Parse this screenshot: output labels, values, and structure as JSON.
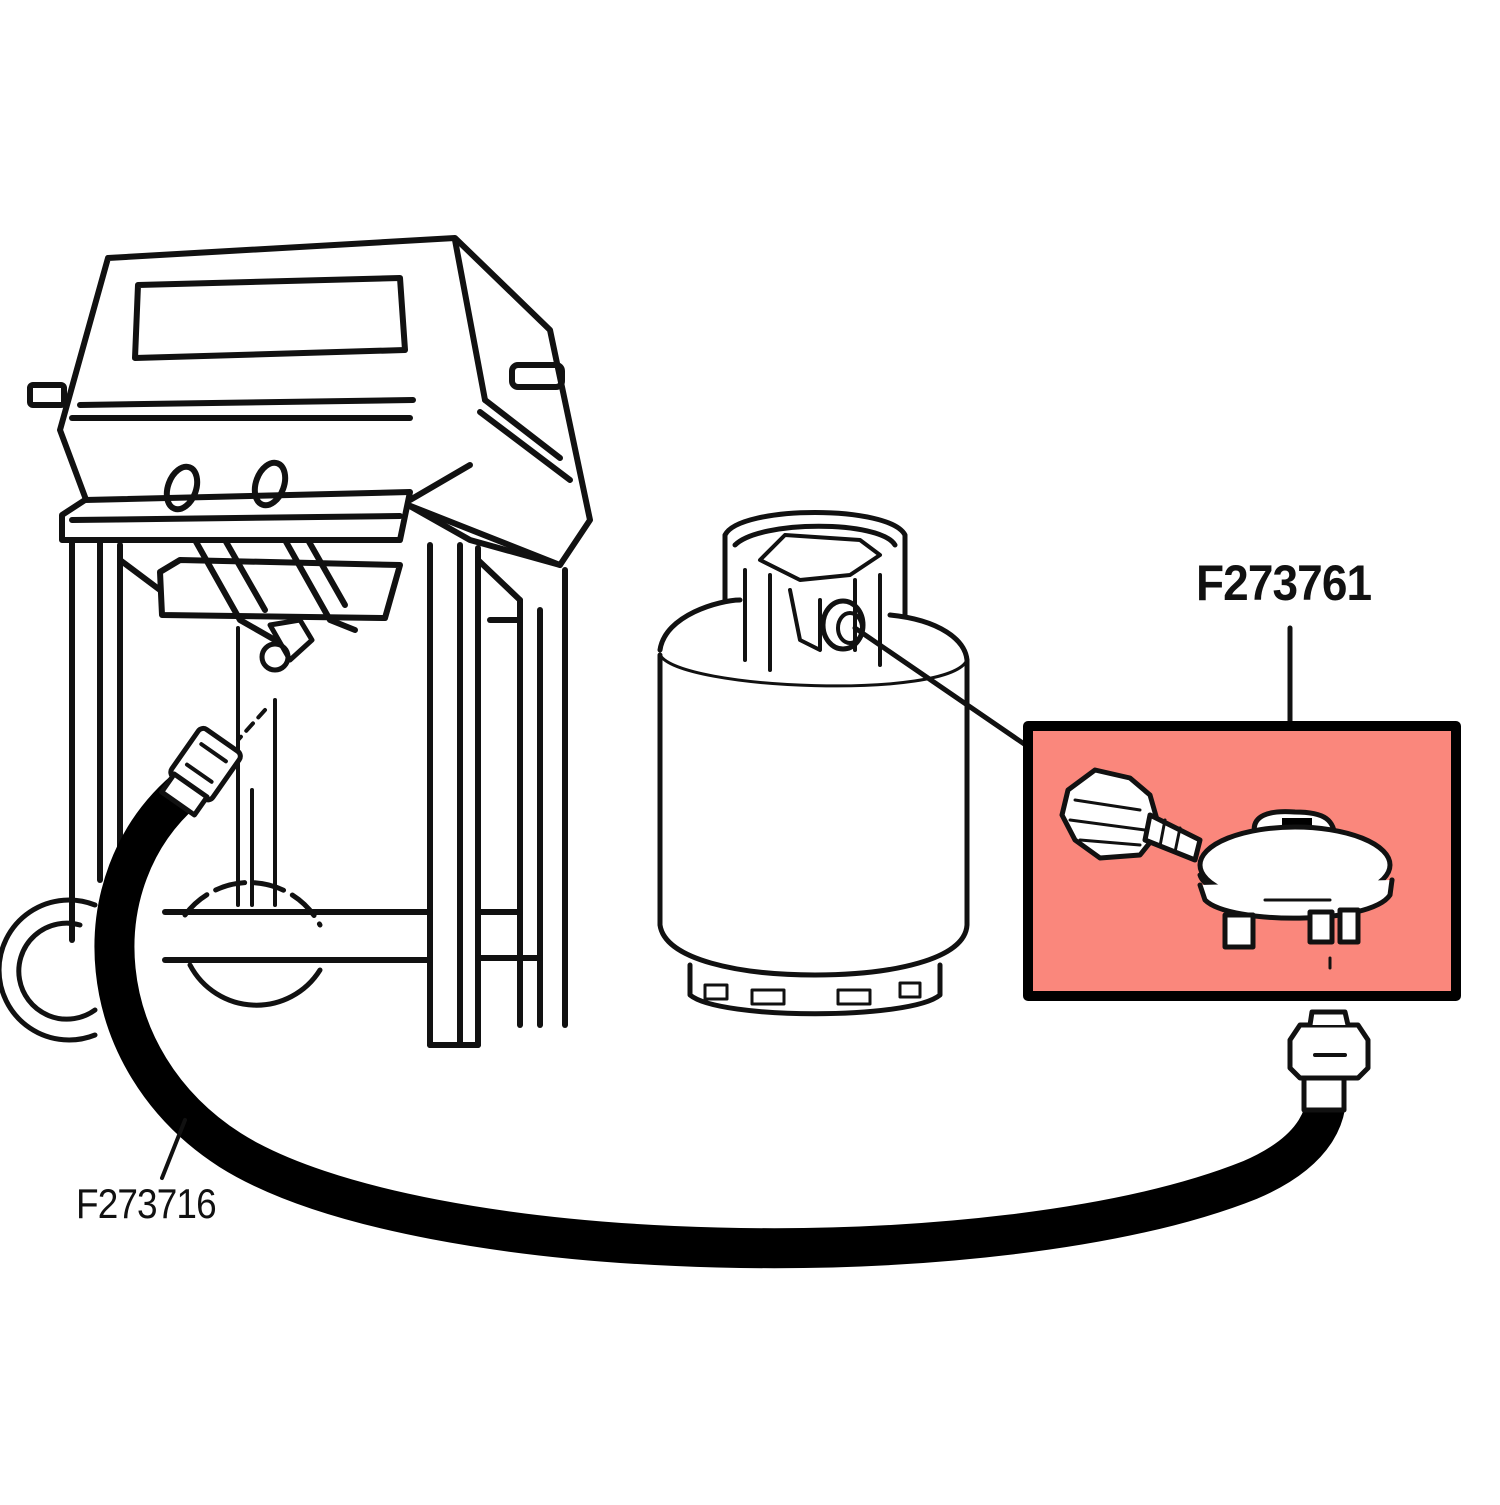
{
  "diagram": {
    "type": "parts-illustration",
    "subject": "Gas grill connected to propane tank via regulator and hose",
    "components": [
      {
        "id": "grill",
        "name": "Gas grill"
      },
      {
        "id": "propane-tank",
        "name": "Propane tank"
      },
      {
        "id": "regulator",
        "name": "Regulator",
        "part_number": "F273761",
        "highlighted": true
      },
      {
        "id": "hose",
        "name": "Hose",
        "part_number": "F273716",
        "highlighted": false
      }
    ]
  },
  "labels": {
    "regulator_part": "F273761",
    "hose_part": "F273716"
  },
  "colors": {
    "highlight_fill": "#FA877C",
    "outline": "#111111",
    "background": "#FFFFFF"
  }
}
